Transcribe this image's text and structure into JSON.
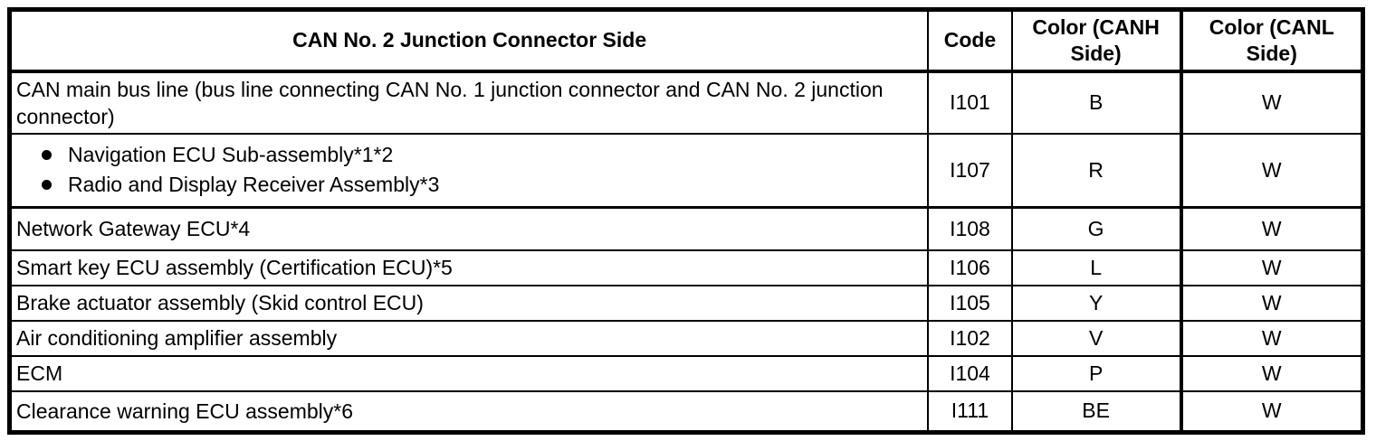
{
  "colors": {
    "text": "#000000",
    "background": "#ffffff",
    "border": "#000000"
  },
  "table": {
    "headers": {
      "device": "CAN No. 2 Junction Connector Side",
      "code": "Code",
      "canh": "Color (CANH Side)",
      "canl": "Color (CANL Side)"
    },
    "rows": [
      {
        "device": "CAN main bus line (bus line connecting CAN No. 1 junction connector and CAN No. 2 junction connector)",
        "code": "I101",
        "canh": "B",
        "canl": "W"
      },
      {
        "items": [
          "Navigation ECU Sub-assembly*1*2",
          "Radio and Display Receiver Assembly*3"
        ],
        "code": "I107",
        "canh": "R",
        "canl": "W"
      },
      {
        "device": "Network Gateway ECU*4",
        "code": "I108",
        "canh": "G",
        "canl": "W"
      },
      {
        "device": "Smart key ECU assembly (Certification ECU)*5",
        "code": "I106",
        "canh": "L",
        "canl": "W"
      },
      {
        "device": "Brake actuator assembly (Skid control ECU)",
        "code": "I105",
        "canh": "Y",
        "canl": "W"
      },
      {
        "device": "Air conditioning amplifier assembly",
        "code": "I102",
        "canh": "V",
        "canl": "W"
      },
      {
        "device": "ECM",
        "code": "I104",
        "canh": "P",
        "canl": "W"
      },
      {
        "device": "Clearance warning ECU assembly*6",
        "code": "I111",
        "canh": "BE",
        "canl": "W"
      }
    ]
  }
}
